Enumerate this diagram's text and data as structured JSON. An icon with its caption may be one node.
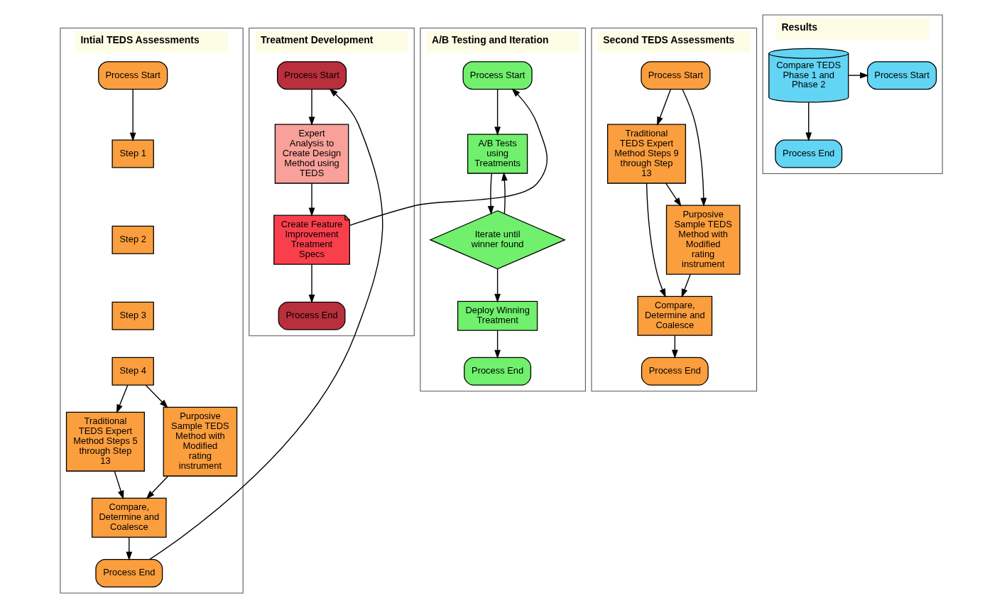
{
  "diagram": {
    "nodes": [
      {
        "text": [
          "Intial TEDS Assessments"
        ]
      },
      {
        "text": [
          "Process Start"
        ],
        "in": 0
      },
      {
        "text": [
          "Step 1"
        ],
        "in": 0
      },
      {
        "text": [
          "Step 2"
        ],
        "in": 0
      },
      {
        "text": [
          "Step 3"
        ],
        "in": 0
      },
      {
        "text": [
          "Step 4"
        ],
        "in": 0
      },
      {
        "text": [
          "Traditional TEDS Expert Method Steps 5 through Step 13"
        ],
        "in": 0
      },
      {
        "text": [
          "Purposive Sample TEDS Method with Modified rating instrument"
        ],
        "in": 0
      },
      {
        "text": [
          "Compare, Determine and Coalesce"
        ],
        "in": 0
      },
      {
        "text": [
          "Process End"
        ],
        "in": 0
      },
      {
        "text": [
          "Treatment Development"
        ]
      },
      {
        "text": [
          "Process Start"
        ],
        "in": 10
      },
      {
        "text": [
          "Expert Analysis to Create Design Method using TEDS"
        ],
        "in": 10
      },
      {
        "text": [
          "Create Feature Improvement Treatment Specs"
        ],
        "in": 10
      },
      {
        "text": [
          "Process End"
        ],
        "in": 10
      },
      {
        "text": [
          "A/B Testing and Iteration"
        ]
      },
      {
        "text": [
          "Process Start"
        ],
        "in": 15
      },
      {
        "text": [
          "A/B Tests using Treatments"
        ],
        "in": 15
      },
      {
        "text": [
          "Iterate until winner found"
        ],
        "in": 15
      },
      {
        "text": [
          "Deploy Winning Treatment"
        ],
        "in": 15
      },
      {
        "text": [
          "Process End"
        ],
        "in": 15
      },
      {
        "text": [
          "Second TEDS Assessments"
        ]
      },
      {
        "text": [
          "Process Start"
        ],
        "in": 21
      },
      {
        "text": [
          "Traditional TEDS Expert Method Steps 9 through Step 13"
        ],
        "in": 21
      },
      {
        "text": [
          "Purposive Sample TEDS Method with Modified rating instrument"
        ],
        "in": 21
      },
      {
        "text": [
          "Compare, Determine and Coalesce"
        ],
        "in": 21
      },
      {
        "text": [
          "Process End"
        ],
        "in": 21
      },
      {
        "text": [
          "Results"
        ]
      },
      {
        "text": [
          "Process Start"
        ],
        "in": 27
      },
      {
        "text": [
          "Compare TEDS Phase 1 and Phase 2"
        ],
        "in": 27
      },
      {
        "text": [
          "Process End"
        ],
        "in": 27
      }
    ],
    "edges": [
      {
        "from": 1,
        "to": 2,
        "arrow": "to"
      },
      {
        "from": 5,
        "to": 6,
        "arrow": "to"
      },
      {
        "from": 5,
        "to": 7,
        "arrow": "to"
      },
      {
        "from": 6,
        "to": 8,
        "arrow": "to"
      },
      {
        "from": 7,
        "to": 8,
        "arrow": "to"
      },
      {
        "from": 8,
        "to": 9,
        "arrow": "to"
      },
      {
        "from": 9,
        "to": 11,
        "arrow": "to"
      },
      {
        "from": 11,
        "to": 12,
        "arrow": "to"
      },
      {
        "from": 12,
        "to": 13,
        "arrow": "to"
      },
      {
        "from": 13,
        "to": 14,
        "arrow": "to"
      },
      {
        "from": 13,
        "to": 16,
        "arrow": "to"
      },
      {
        "from": 16,
        "to": 17,
        "arrow": "to"
      },
      {
        "from": 17,
        "to": 18,
        "arrow": "to"
      },
      {
        "from": 18,
        "to": 17,
        "arrow": "to"
      },
      {
        "from": 18,
        "to": 19,
        "arrow": "to"
      },
      {
        "from": 19,
        "to": 20,
        "arrow": "to"
      },
      {
        "from": 22,
        "to": 23,
        "arrow": "to"
      },
      {
        "from": 22,
        "to": 24,
        "arrow": "to"
      },
      {
        "from": 23,
        "to": 24,
        "arrow": "to"
      },
      {
        "from": 23,
        "to": 25,
        "arrow": "to"
      },
      {
        "from": 24,
        "to": 25,
        "arrow": "to"
      },
      {
        "from": 25,
        "to": 26,
        "arrow": "to"
      },
      {
        "from": 29,
        "to": 28,
        "arrow": "to"
      },
      {
        "from": 29,
        "to": 30,
        "arrow": "to"
      }
    ]
  }
}
